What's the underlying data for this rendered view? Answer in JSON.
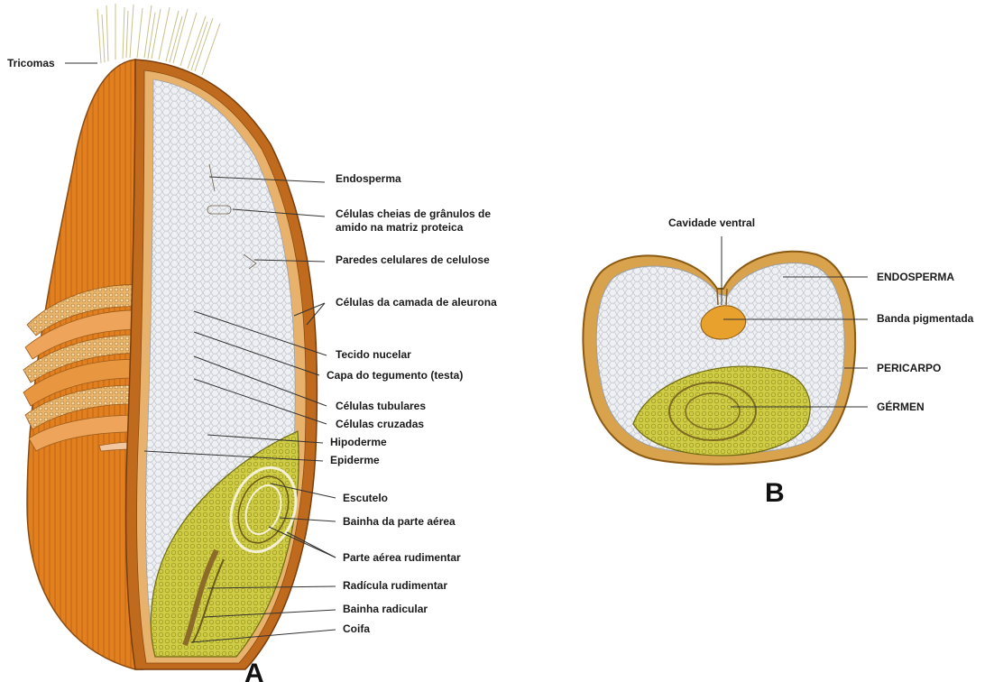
{
  "figure_a": {
    "panel_letter": "A",
    "labels": {
      "tricomas": "Tricomas",
      "endosperma": "Endosperma",
      "celulas_granulos_1": "Células cheias de grânulos de",
      "celulas_granulos_2": "amido na matriz proteica",
      "paredes": "Paredes celulares de celulose",
      "aleurona": "Células da camada de aleurona",
      "tecido_nucelar": "Tecido nucelar",
      "capa_tegumento": "Capa do tegumento (testa)",
      "celulas_tubulares": "Células tubulares",
      "celulas_cruzadas": "Células cruzadas",
      "hipoderme": "Hipoderme",
      "epiderme": "Epiderme",
      "escutelo": "Escutelo",
      "bainha_aerea": "Bainha da parte aérea",
      "parte_aerea": "Parte aérea rudimentar",
      "radicula": "Radícula rudimentar",
      "bainha_radicular": "Bainha radicular",
      "coifa": "Coifa"
    }
  },
  "figure_b": {
    "panel_letter": "B",
    "labels": {
      "cavidade": "Cavidade ventral",
      "endosperma": "ENDOSPERMA",
      "banda": "Banda pigmentada",
      "pericarpo": "PERICARPO",
      "germen": "GÉRMEN"
    }
  },
  "colors": {
    "pericarp_orange": "#e07a20",
    "endosperm_gray": "#e9ecef",
    "germ_yellow": "#c9c640",
    "layer_brown": "#b8651d",
    "trichome": "#d9d3a3"
  }
}
